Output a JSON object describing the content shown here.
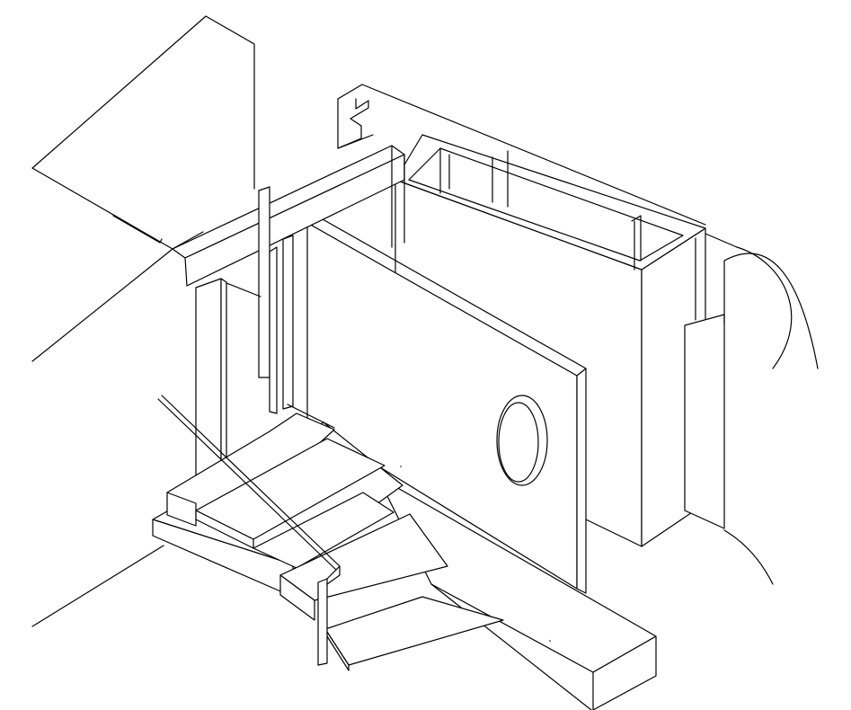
{
  "drawing": {
    "kind": "isometric line drawing",
    "line_color": "#000000",
    "background_color": "#ffffff",
    "elements": [
      "upper-slab",
      "overhead-beam",
      "left-wall-column",
      "hollow-block",
      "door-panel",
      "circular-window",
      "stair-treads",
      "handrail",
      "floor-beam",
      "curved-wall"
    ]
  }
}
